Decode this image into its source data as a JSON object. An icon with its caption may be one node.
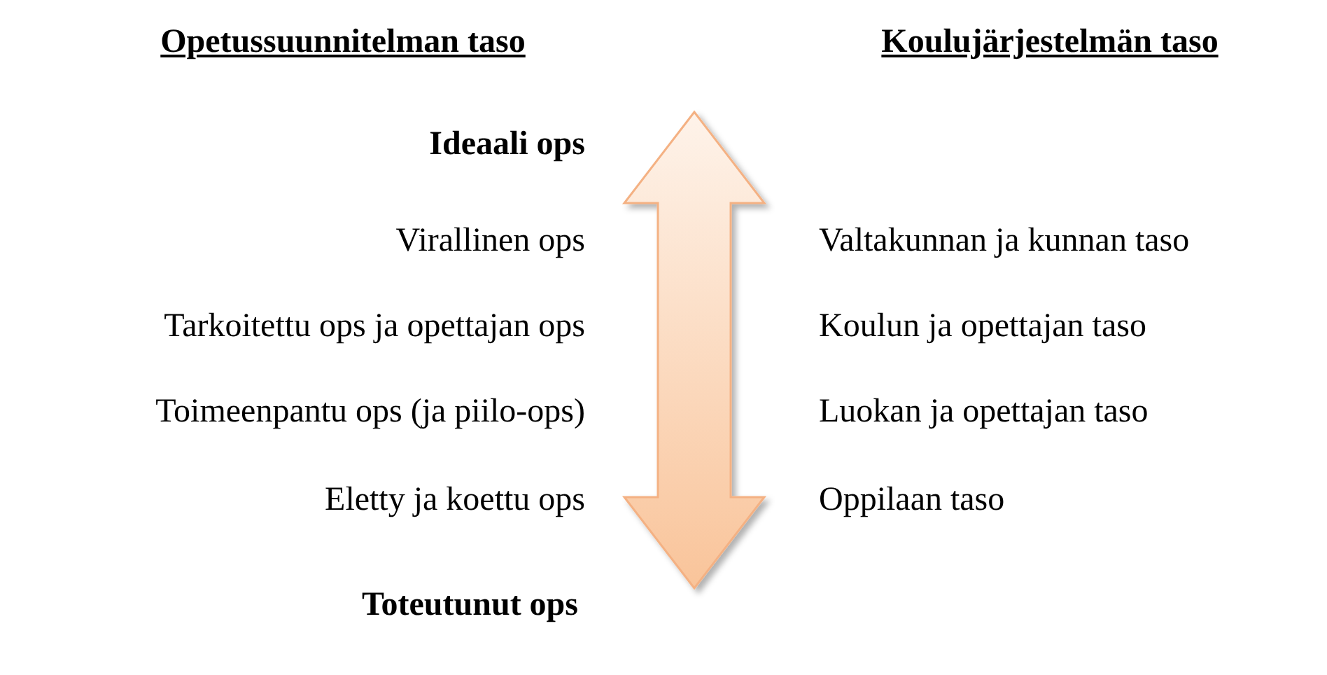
{
  "diagram": {
    "labels": [
      "Opetussuunnitelman taso",
      "Koulujärjestelmän taso",
      "Ideaali ops",
      "Virallinen ops",
      "Valtakunnan ja kunnan taso",
      "Tarkoitettu ops ja opettajan ops",
      "Koulun ja opettajan taso",
      "Toimeenpantu ops (ja piilo-ops)",
      "Luokan ja opettajan taso",
      "Eletty ja koettu ops",
      "Oppilaan taso",
      "Toteutunut ops"
    ]
  }
}
